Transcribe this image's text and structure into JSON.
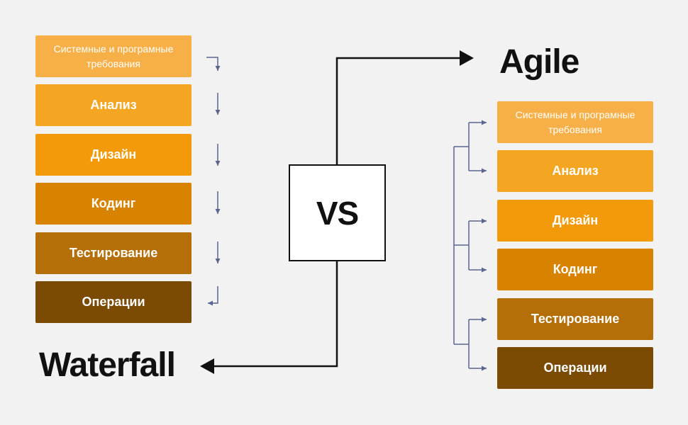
{
  "vs_label": "VS",
  "agile": {
    "title": "Agile",
    "stages": [
      "Системные и програмные требования",
      "Анализ",
      "Дизайн",
      "Кодинг",
      "Тестирование",
      "Операции"
    ]
  },
  "waterfall": {
    "title": "Waterfall",
    "stages": [
      "Системные и програмные требования",
      "Анализ",
      "Дизайн",
      "Кодинг",
      "Тестирование",
      "Операции"
    ]
  },
  "colors": {
    "stage_1": "#f6b047",
    "stage_2": "#f4a623",
    "stage_3": "#f29a0a",
    "stage_4": "#d88300",
    "stage_5": "#b46f08",
    "stage_6": "#7b4a03",
    "connector": "#111111",
    "branch_arrow": "#5a6590"
  }
}
